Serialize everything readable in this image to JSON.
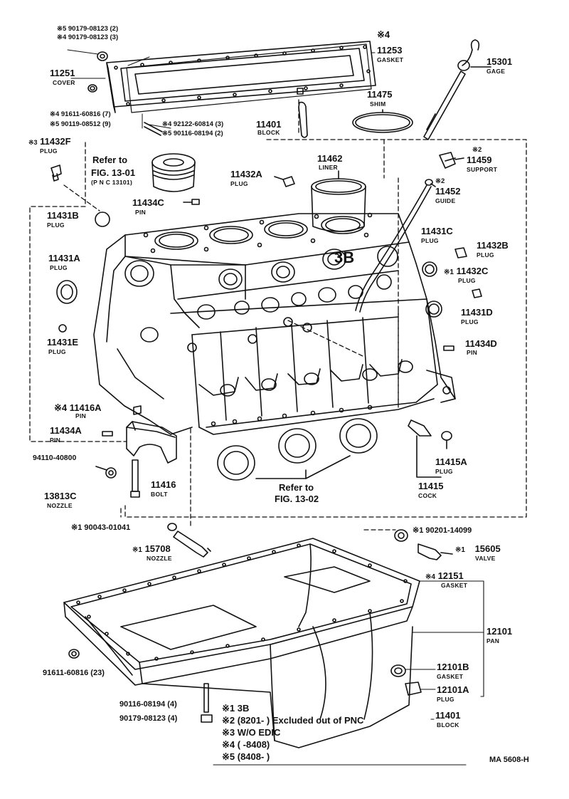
{
  "diagram_id": "MA 5608-H",
  "parts": {
    "p11253": {
      "num": "11253",
      "mark": "※4",
      "name": "GASKET"
    },
    "p11251": {
      "num": "11251",
      "name": "COVER"
    },
    "p90179a": {
      "line1": "※5 90179-08123 (2)",
      "line2": "※4 90179-08123 (3)"
    },
    "p91611a": {
      "line1": "※4 91611-60816 (7)",
      "line2": "※5 90119-08512 (9)"
    },
    "p11401top": {
      "line1": "※4 92122-60814 (3)",
      "line2": "※5 90116-08194 (2)",
      "num": "11401",
      "name": "BLOCK"
    },
    "p15301": {
      "num": "15301",
      "name": "GAGE"
    },
    "p11475": {
      "num": "11475",
      "name": "SHIM"
    },
    "p11432F": {
      "num": "11432F",
      "mark": "※3",
      "name": "PLUG"
    },
    "refA": {
      "line1": "Refer to",
      "line2": "FIG. 13-01",
      "line3": "(P N C  13101)"
    },
    "p11462": {
      "num": "11462",
      "name": "LINER"
    },
    "p11432A": {
      "num": "11432A",
      "name": "PLUG"
    },
    "p11459": {
      "num": "11459",
      "mark": "※2",
      "name": "SUPPORT"
    },
    "p11452": {
      "num": "11452",
      "mark": "※2",
      "name": "GUIDE"
    },
    "p11434C": {
      "num": "11434C",
      "name": "PIN"
    },
    "p11431B": {
      "num": "11431B",
      "name": "PLUG"
    },
    "p11431C": {
      "num": "11431C",
      "name": "PLUG"
    },
    "p11432B": {
      "num": "11432B",
      "name": "PLUG"
    },
    "p11431A": {
      "num": "11431A",
      "name": "PLUG"
    },
    "p11432C": {
      "num": "11432C",
      "mark": "※1",
      "name": "PLUG"
    },
    "p11431D": {
      "num": "11431D",
      "name": "PLUG"
    },
    "p11431E": {
      "num": "11431E",
      "name": "PLUG"
    },
    "p11434D": {
      "num": "11434D",
      "name": "PIN"
    },
    "p11416A": {
      "num": "11416A",
      "mark": "※4",
      "name": "PIN"
    },
    "p11434A": {
      "num": "11434A",
      "name": "PIN"
    },
    "p94110": {
      "num": "94110-40800"
    },
    "p13813C": {
      "num": "13813C",
      "name": "NOZZLE"
    },
    "p11416": {
      "num": "11416",
      "name": "BOLT"
    },
    "refB": {
      "line1": "Refer to",
      "line2": "FIG. 13-02"
    },
    "p11415A": {
      "num": "11415A",
      "name": "PLUG"
    },
    "p11415": {
      "num": "11415",
      "name": "COCK"
    },
    "p90043": {
      "num": "※1 90043-01041"
    },
    "p90201": {
      "num": "※1 90201-14099"
    },
    "p15708": {
      "num": "15708",
      "mark": "※1",
      "name": "NOZZLE"
    },
    "p15605": {
      "num": "15605",
      "mark": "※1",
      "name": "VALVE"
    },
    "p12151": {
      "num": "12151",
      "mark": "※4",
      "name": "GASKET"
    },
    "p12101": {
      "num": "12101",
      "name": "PAN"
    },
    "p12101B": {
      "num": "12101B",
      "name": "GASKET"
    },
    "p12101A": {
      "num": "12101A",
      "name": "PLUG"
    },
    "p91611b": {
      "num": "91611-60816 (23)"
    },
    "p90116b": {
      "num": "90116-08194 (4)"
    },
    "p90179b": {
      "num": "90179-08123 (4)"
    }
  },
  "notes": {
    "n1": "※1 3B",
    "n2": "※2 (8201-        ) Excluded out of PNC",
    "n3": "※3 W/O EDIC",
    "n4": "※4 (        -8408)",
    "n5": "※5 (8408-        )",
    "ref_num": "11401",
    "ref_name": "BLOCK"
  }
}
